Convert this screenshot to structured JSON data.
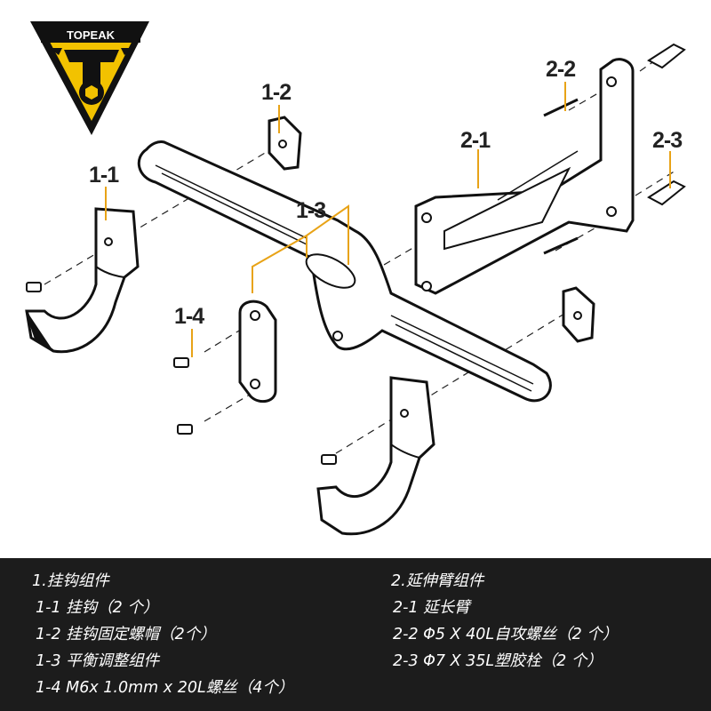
{
  "brand": {
    "logo_text": "TOPEAK",
    "accent": "#F2C200"
  },
  "callouts": {
    "c1_1": "1-1",
    "c1_2": "1-2",
    "c1_3": "1-3",
    "c1_4": "1-4",
    "c2_1": "2-1",
    "c2_2": "2-2",
    "c2_3": "2-3"
  },
  "legend": {
    "group1_title": "1.挂钩组件",
    "group1_items": [
      "1-1 挂钩（2 个）",
      "1-2 挂钩固定螺帽（2个）",
      "1-3 平衡调整组件",
      "1-4 M6x 1.0mm x 20L螺丝（4个）"
    ],
    "group2_title": "2.延伸臂组件",
    "group2_items": [
      "2-1 延长臂",
      "2-2  Φ5 X 40L自攻螺丝（2 个）",
      "2-3  Φ7 X 35L塑胶栓（2 个）"
    ]
  }
}
